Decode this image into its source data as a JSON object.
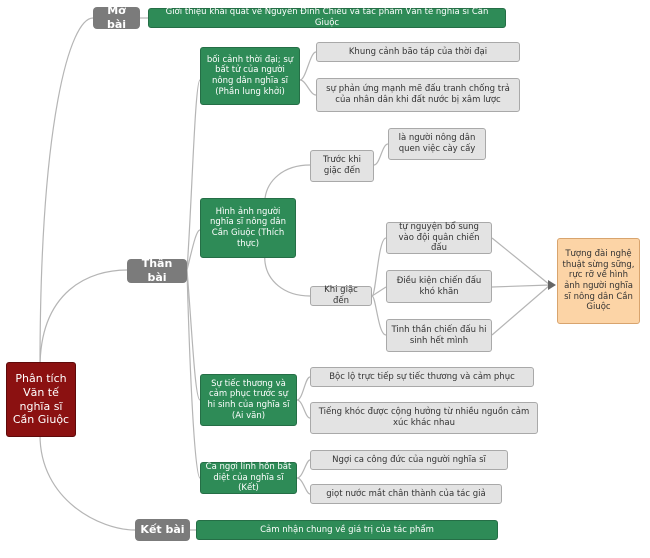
{
  "root": {
    "label": "Phân tích Văn tế nghĩa sĩ Cần Giuộc"
  },
  "sections": {
    "mo_bai": "Mở bài",
    "than_bai": "Thân bài",
    "ket_bai": "Kết bài"
  },
  "mo_bai_topic": "Giới thiệu khái quát về Nguyễn Đình Chiểu và tác phẩm Văn tế nghĩa sĩ Cần Giuộc",
  "ket_bai_topic": "Cảm nhận chung về giá trị của tác phẩm",
  "than_bai": {
    "boi_canh": {
      "label": "bối cảnh thời đại; sự bất tử của người nông dân nghĩa sĩ (Phần lung khởi)",
      "children": [
        "Khung cảnh bão táp của thời đại",
        "sự phản ứng mạnh mẽ đấu tranh chống trả của nhân dân khi đất nước bị xâm lược"
      ]
    },
    "hinh_anh": {
      "label": "Hình ảnh người nghĩa sĩ nông dân Cần Giuộc (Thích thực)",
      "truoc": {
        "label": "Trước khi giặc đến",
        "children": [
          "là người nông dân quen việc cày cấy"
        ]
      },
      "khi": {
        "label": "Khi giặc đến",
        "children": [
          "tự nguyện bổ sung vào đội quân chiến đấu",
          "Điều kiện chiến đấu khó khăn",
          "Tinh thần chiến đấu hi sinh hết mình"
        ]
      },
      "tuong_dai": "Tượng đài nghệ thuật sừng sững, rực rỡ về hình ảnh người nghĩa sĩ nông dân Cần Giuộc"
    },
    "su_tiec": {
      "label": "Sự tiếc thương và cảm phục trước sự hi sinh của nghĩa sĩ (Ai vãn)",
      "children": [
        "Bộc lộ trực tiếp sự tiếc thương và cảm phục",
        "Tiếng khóc được cộng hưởng từ nhiều nguồn cảm xúc khác nhau"
      ]
    },
    "ca_ngoi": {
      "label": "Ca ngợi linh hồn bất diệt của nghĩa sĩ (Kết)",
      "children": [
        "Ngợi ca công đức của người nghĩa sĩ",
        "giọt nước mắt chân thành của tác giả"
      ]
    }
  },
  "colors": {
    "root": "#8b1111",
    "section": "#7b7b7b",
    "green": "#2e8b57",
    "grey": "#e3e3e3",
    "peach": "#fcd4a6",
    "link": "#b5b5b5"
  }
}
